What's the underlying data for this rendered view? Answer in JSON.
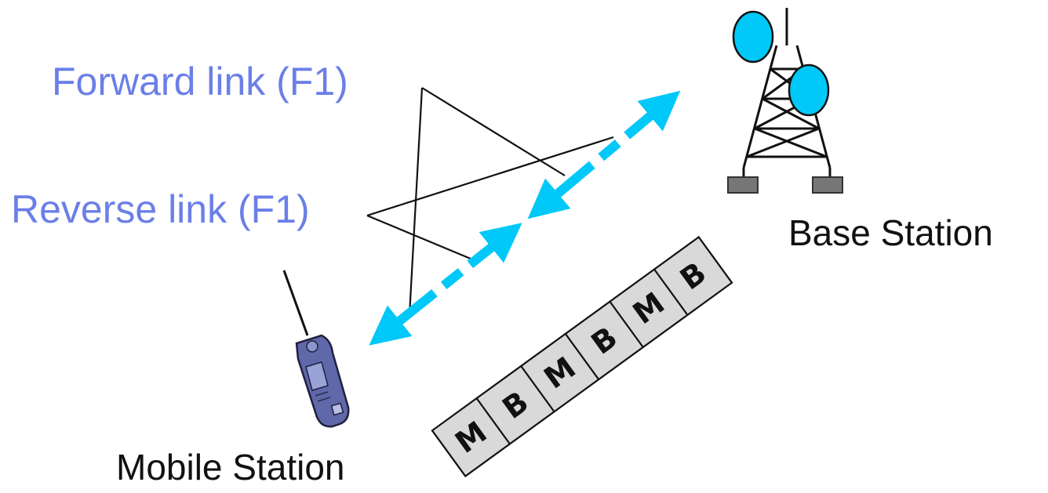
{
  "labels": {
    "forward_link": "Forward link (F1)",
    "reverse_link": "Reverse link (F1)",
    "base_station": "Base Station",
    "mobile_station": "Mobile Station"
  },
  "frame_slots": [
    "M",
    "B",
    "M",
    "B",
    "M",
    "B"
  ],
  "colors": {
    "link_text": "#6b7fe8",
    "arrow": "#00c8f8",
    "antenna": "#00c8f8",
    "frame_fill": "#d9d9d9",
    "phone": "#5f68a8"
  },
  "icons": {
    "base_station": "cell-tower-icon",
    "mobile_station": "mobile-phone-icon"
  }
}
